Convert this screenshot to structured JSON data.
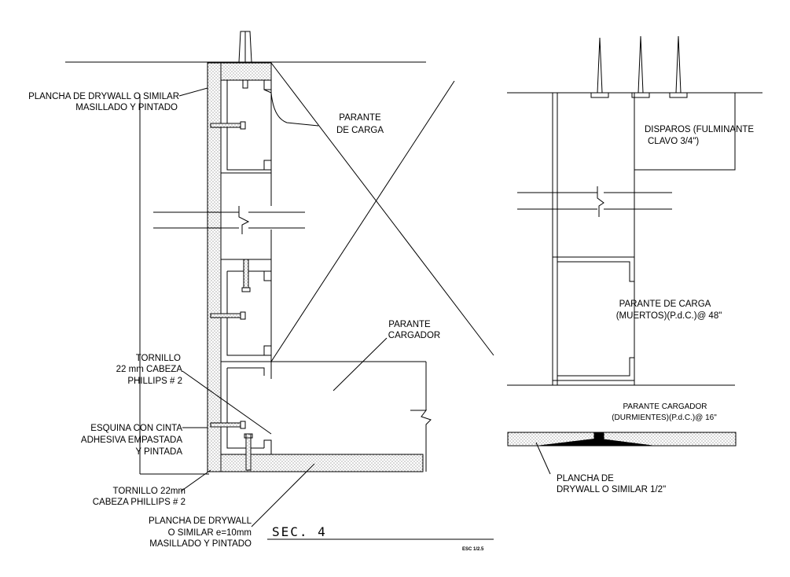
{
  "left_section": {
    "plancha_top": [
      "PLANCHA DE DRYWALL O SIMILAR",
      "MASILLADO Y PINTADO"
    ],
    "parante_de_carga": [
      "PARANTE",
      "DE CARGA"
    ],
    "parante_cargador": [
      "PARANTE",
      "CARGADOR"
    ],
    "tornillo_upper": [
      "TORNILLO",
      "22 mm CABEZA",
      "PHILLIPS # 2"
    ],
    "esquina": [
      "ESQUINA CON CINTA",
      "ADHESIVA EMPASTADA",
      "Y PINTADA"
    ],
    "tornillo_lower": [
      "TORNILLO 22mm",
      "CABEZA PHILLIPS # 2"
    ],
    "plancha_bottom": [
      "PLANCHA DE DRYWALL",
      "O SIMILAR e=10mm",
      "MASILLADO Y PINTADO"
    ]
  },
  "right_section": {
    "disparos": [
      "DISPAROS (FULMINANTE",
      "CLAVO 3/4\")"
    ],
    "parante_muertos": [
      "PARANTE DE CARGA",
      "(MUERTOS)(P.d.C.)@ 48\""
    ],
    "parante_durmientes": [
      "PARANTE CARGADOR",
      "(DURMIENTES)(P.d.C.)@ 16\""
    ],
    "plancha_half": [
      "PLANCHA DE",
      "DRYWALL O SIMILAR 1/2\""
    ]
  },
  "section_title": "SEC. 4",
  "scale_note": "ESC 1/2.5"
}
